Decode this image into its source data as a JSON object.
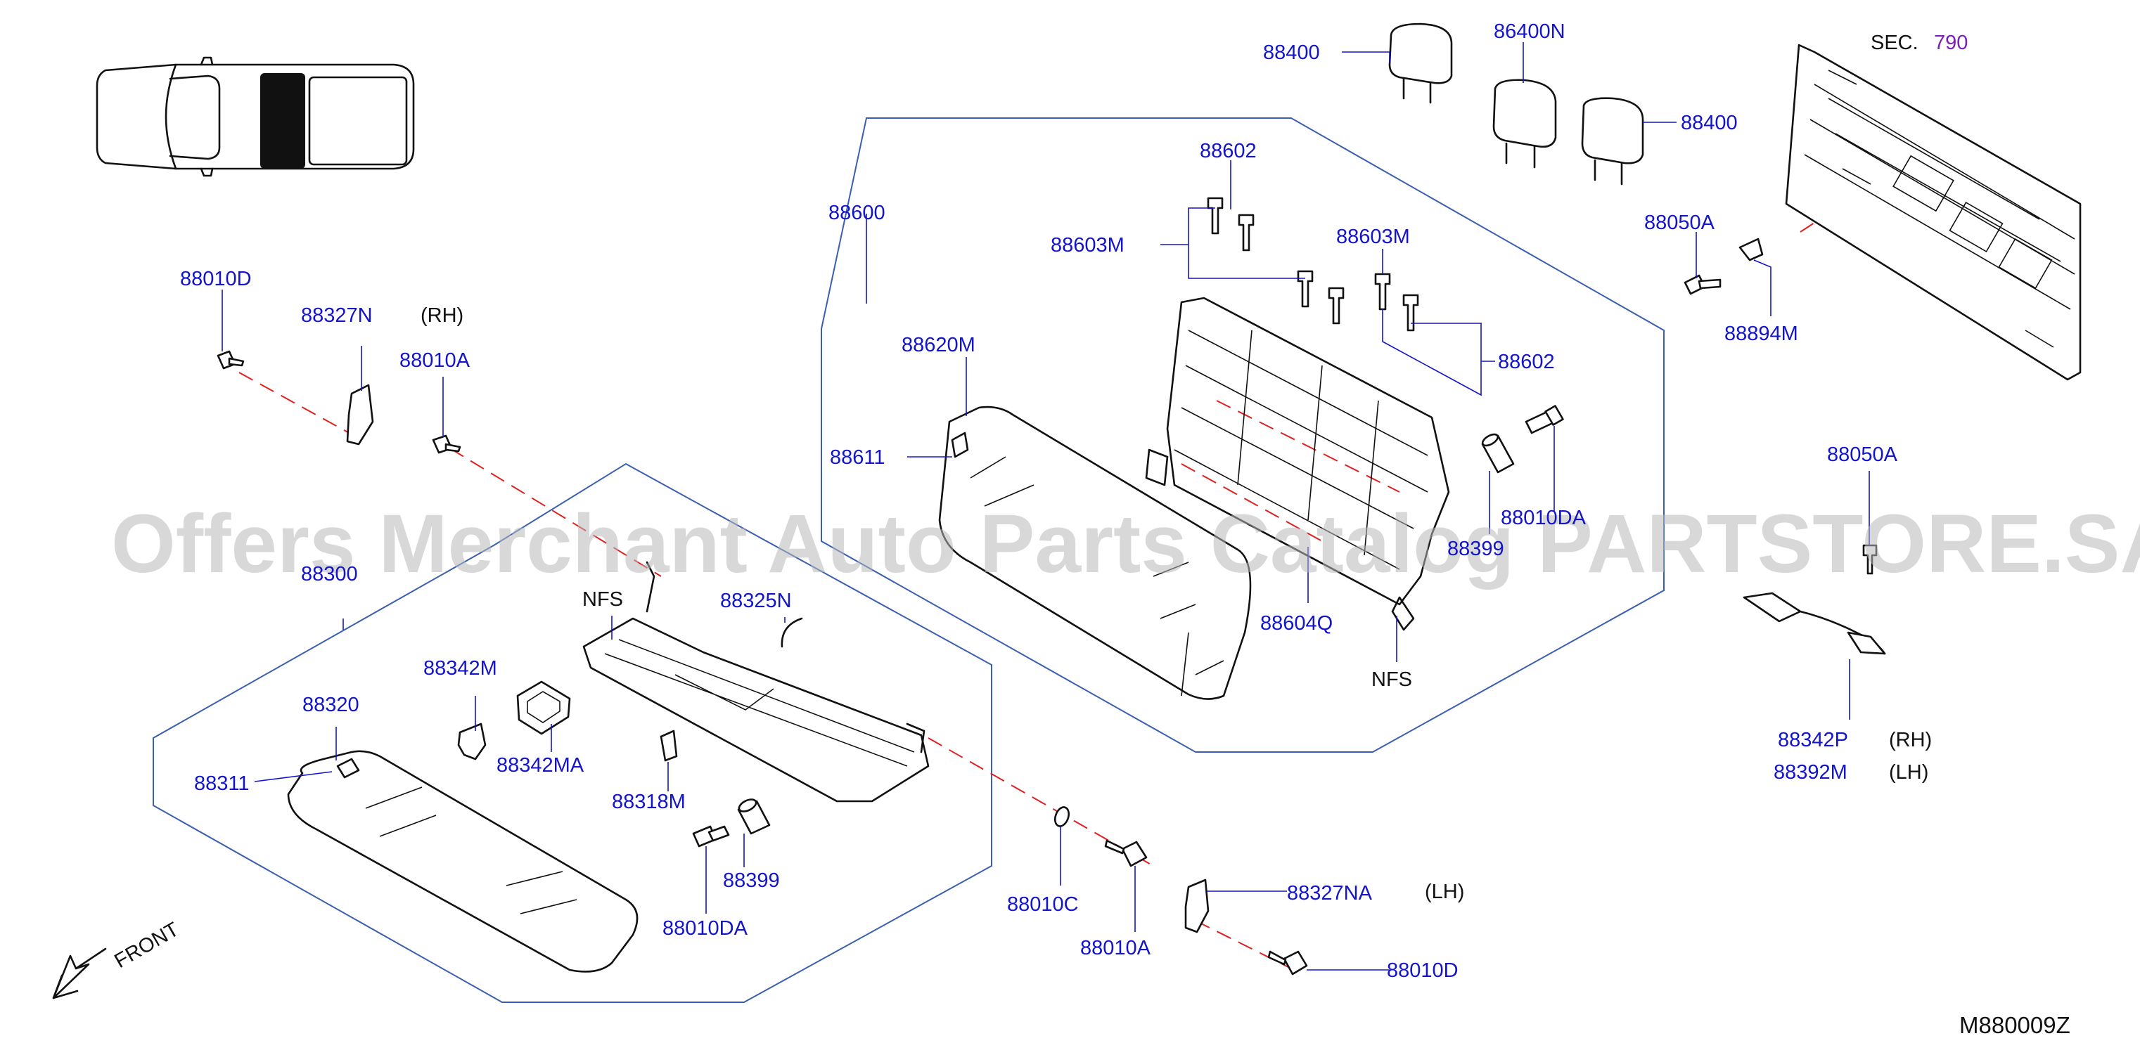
{
  "watermark": "Offers Merchant Auto Parts Catalog PARTSTORE.SA",
  "diagram_code": "M880009Z",
  "front_label": "FRONT",
  "section_ref": {
    "prefix": "SEC.",
    "number": "790"
  },
  "callouts": {
    "c88400_left": "88400",
    "c86400N": "86400N",
    "c88400_right": "88400",
    "c88602_top": "88602",
    "c88600": "88600",
    "c88603M_left": "88603M",
    "c88603M_right": "88603M",
    "c88602_right": "88602",
    "c88620M": "88620M",
    "c88611": "88611",
    "c88010DA_right": "88010DA",
    "c88399_right": "88399",
    "c88604Q": "88604Q",
    "c88050A_top": "88050A",
    "c88894M": "88894M",
    "c88050A_mid": "88050A",
    "c88342P": "88342P",
    "c88392M": "88392M",
    "c88010D_top": "88010D",
    "c88327N": "88327N",
    "c88010A_top": "88010A",
    "c88300": "88300",
    "c88325N": "88325N",
    "c88342M": "88342M",
    "c88320": "88320",
    "c88342MA": "88342MA",
    "c88311": "88311",
    "c88318M": "88318M",
    "c88399_left": "88399",
    "c88010DA_left": "88010DA",
    "c88010C": "88010C",
    "c88010A_bottom": "88010A",
    "c88327NA": "88327NA",
    "c88010D_bottom": "88010D"
  },
  "notes": {
    "rh_top": "(RH)",
    "nfs_left": "NFS",
    "nfs_right": "NFS",
    "rh_right": "(RH)",
    "lh_right": "(LH)",
    "lh_bottom": "(LH)"
  }
}
